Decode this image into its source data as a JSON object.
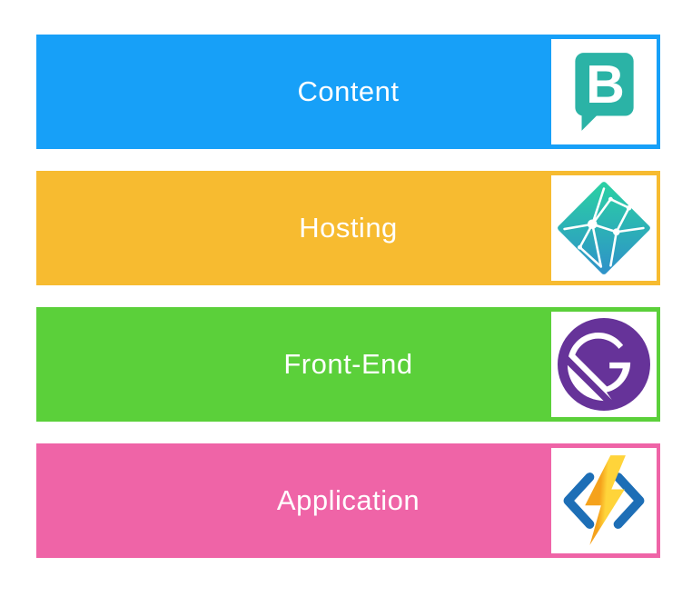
{
  "diagram": {
    "layers": [
      {
        "label": "Content",
        "color": "#17A0F8",
        "icon": "storyblok-icon"
      },
      {
        "label": "Hosting",
        "color": "#F7BB30",
        "icon": "netlify-icon"
      },
      {
        "label": "Front-End",
        "color": "#5BD03A",
        "icon": "gatsby-icon"
      },
      {
        "label": "Application",
        "color": "#EF64A7",
        "icon": "azure-functions-icon"
      }
    ],
    "text_color": "#FFFFFF",
    "icon_colors": {
      "storyblok_teal": "#2BB3A6",
      "storyblok_letter_color": "#FFFFFF",
      "netlify_gradient_top": "#2BCFA4",
      "netlify_gradient_bottom": "#2E93C8",
      "gatsby_purple": "#663399",
      "azure_bracket_blue": "#1D6EB6",
      "azure_bolt_dark": "#F5A21C",
      "azure_bolt_light": "#FFD43A"
    },
    "storyblok_letter": "B"
  }
}
